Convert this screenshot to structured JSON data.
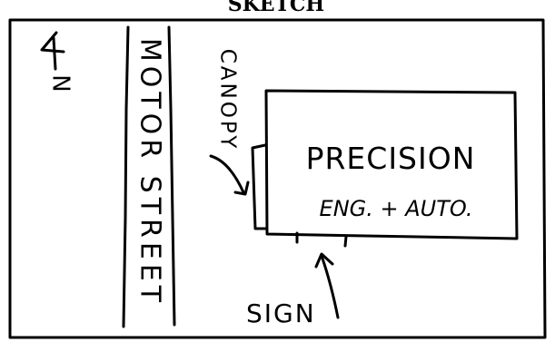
{
  "title": "SKETCH",
  "north_label": "N",
  "street_label": "MOTOR STREET",
  "canopy_label": "CANOPY",
  "building": {
    "line1": "PRECISION",
    "line2": "ENG. + AUTO."
  },
  "sign_label": "SIGN",
  "colors": {
    "ink": "#000000",
    "paper": "#ffffff"
  }
}
